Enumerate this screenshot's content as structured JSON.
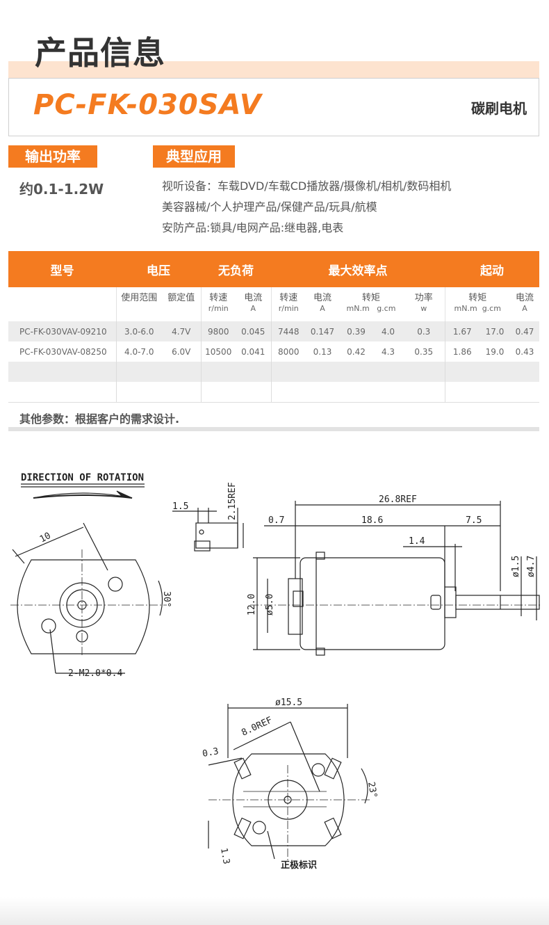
{
  "header": {
    "title": "产品信息",
    "model": "PC-FK-030SAV",
    "motor_type": "碳刷电机"
  },
  "output_power": {
    "label": "输出功率",
    "value": "约0.1-1.2W"
  },
  "applications": {
    "label": "典型应用",
    "lines": [
      "视听设备：车载DVD/车载CD播放器/摄像机/相机/数码相机",
      "美容器械/个人护理产品/保健产品/玩具/航模",
      "安防产品:锁具/电网产品:继电器,电表"
    ]
  },
  "table": {
    "groups": [
      "型号",
      "电压",
      "无负荷",
      "最大效率点",
      "起动"
    ],
    "sub": {
      "voltage_range": "使用范围",
      "voltage_rated": "额定值",
      "speed": "转速",
      "speed_unit": "r/min",
      "current": "电流",
      "current_unit": "A",
      "torque": "转矩",
      "torque_unit_1": "mN.m",
      "torque_unit_2": "g.cm",
      "power": "功率",
      "power_unit": "w"
    },
    "rows": [
      {
        "model": "PC-FK-030VAV-09210",
        "voltage_range": "3.0-6.0",
        "voltage_rated": "4.7V",
        "nl_speed": "9800",
        "nl_current": "0.045",
        "me_speed": "7448",
        "me_current": "0.147",
        "me_torque_mnm": "0.39",
        "me_torque_gcm": "4.0",
        "me_power": "0.3",
        "st_torque_mnm": "1.67",
        "st_torque_gcm": "17.0",
        "st_current": "0.47"
      },
      {
        "model": "PC-FK-030VAV-08250",
        "voltage_range": "4.0-7.0",
        "voltage_rated": "6.0V",
        "nl_speed": "10500",
        "nl_current": "0.041",
        "me_speed": "8000",
        "me_current": "0.13",
        "me_torque_mnm": "0.42",
        "me_torque_gcm": "4.3",
        "me_power": "0.35",
        "st_torque_mnm": "1.86",
        "st_torque_gcm": "19.0",
        "st_current": "0.43"
      }
    ]
  },
  "other_params": "其他参数：根据客户的需求设计.",
  "drawing": {
    "rotation_label": "DIRECTION OF ROTATION",
    "dim_10": "10",
    "dim_30deg": "30°",
    "hole_spec": "2-M2.0*0.4",
    "dim_1_5": "1.5",
    "dim_2_15ref": "2.15REF",
    "dim_26_8ref": "26.8REF",
    "dim_0_7": "0.7",
    "dim_18_6": "18.6",
    "dim_7_5": "7.5",
    "dim_1_4": "1.4",
    "dim_phi1_5": "ø1.5",
    "dim_phi4_7": "ø4.7",
    "dim_12_0": "12.0",
    "dim_phi5_0": "ø5.0",
    "dim_phi15_5": "ø15.5",
    "dim_8_0ref": "8.0REF",
    "dim_0_3": "0.3",
    "dim_23deg": "23°",
    "dim_1_3": "1.3",
    "polarity_mark": "正极标识"
  }
}
